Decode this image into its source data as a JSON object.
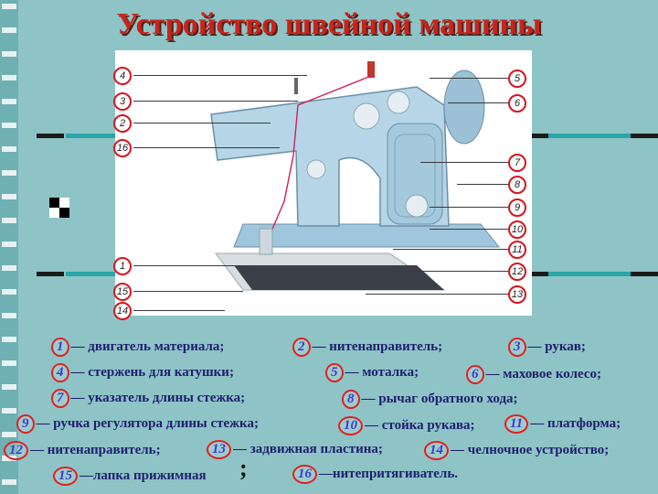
{
  "title": "Устройство швейной машины",
  "figure_labels": [
    {
      "num": "4"
    },
    {
      "num": "3"
    },
    {
      "num": "2"
    },
    {
      "num": "16"
    },
    {
      "num": "1"
    },
    {
      "num": "15"
    },
    {
      "num": "14"
    },
    {
      "num": "5"
    },
    {
      "num": "6"
    },
    {
      "num": "7"
    },
    {
      "num": "8"
    },
    {
      "num": "9"
    },
    {
      "num": "10"
    },
    {
      "num": "11"
    },
    {
      "num": "12"
    },
    {
      "num": "13"
    }
  ],
  "legend": [
    {
      "num": "1",
      "text": "— двигатель материала;"
    },
    {
      "num": "2",
      "text": "— нитенаправитель;"
    },
    {
      "num": "3",
      "text": "— рукав;"
    },
    {
      "num": "4",
      "text": "— стержень для катушки;"
    },
    {
      "num": "5",
      "text": "— моталка;"
    },
    {
      "num": "6",
      "text": "— маховое колесо;"
    },
    {
      "num": "7",
      "text": "— указатель длины стежка;"
    },
    {
      "num": "8",
      "text": "—  рычаг обратного хода;"
    },
    {
      "num": "9",
      "text": "— ручка регулятора длины стежка;"
    },
    {
      "num": "10",
      "text": "— стойка рукава;"
    },
    {
      "num": "11",
      "text": "— платформа;"
    },
    {
      "num": "12",
      "text": "— нитенаправитель;"
    },
    {
      "num": "13",
      "text": "— задвижная пластина;"
    },
    {
      "num": "14",
      "text": "— челночное устройство;"
    },
    {
      "num": "15",
      "text": "—лапка прижимная"
    },
    {
      "num": "16",
      "text": "—нитепритягиватель."
    }
  ],
  "semicolon": ";",
  "colors": {
    "background": "#8ec4c6",
    "title": "#c6251c",
    "label_ring": "#d6141e",
    "machine": "#a9cfe3"
  }
}
